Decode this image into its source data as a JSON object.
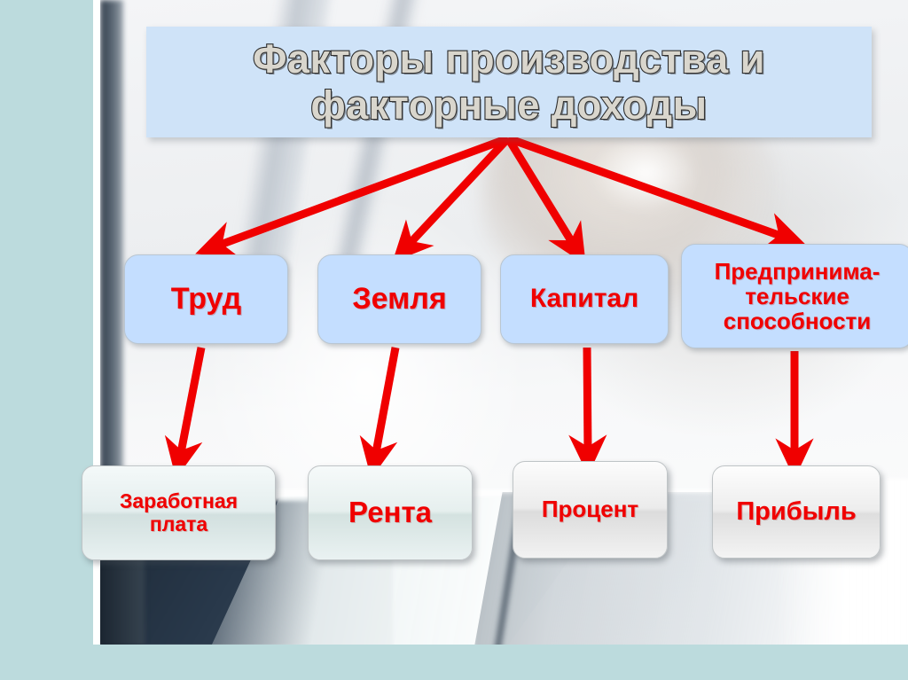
{
  "slide": {
    "title": "Факторы производства и\nфакторные доходы",
    "accent_red": "#f00000",
    "box_blue": "#c4deff",
    "title_bg": "#cfe3f8",
    "frame_teal": "#bcdbdd"
  },
  "factors": [
    {
      "id": "trud",
      "label": "Труд"
    },
    {
      "id": "zemlya",
      "label": "Земля"
    },
    {
      "id": "kapital",
      "label": "Капитал"
    },
    {
      "id": "predpr",
      "label": "Предпринима-\nтельские\nспособности"
    }
  ],
  "incomes": [
    {
      "id": "zarplata",
      "label": "Заработная\nплата"
    },
    {
      "id": "renta",
      "label": "Рента"
    },
    {
      "id": "procent",
      "label": "Процент"
    },
    {
      "id": "pribyl",
      "label": "Прибыль"
    }
  ],
  "arrows": {
    "fan_origin_label": "title-bottom-center",
    "count_fan": 4,
    "count_vertical": 4,
    "color": "#f00000"
  }
}
